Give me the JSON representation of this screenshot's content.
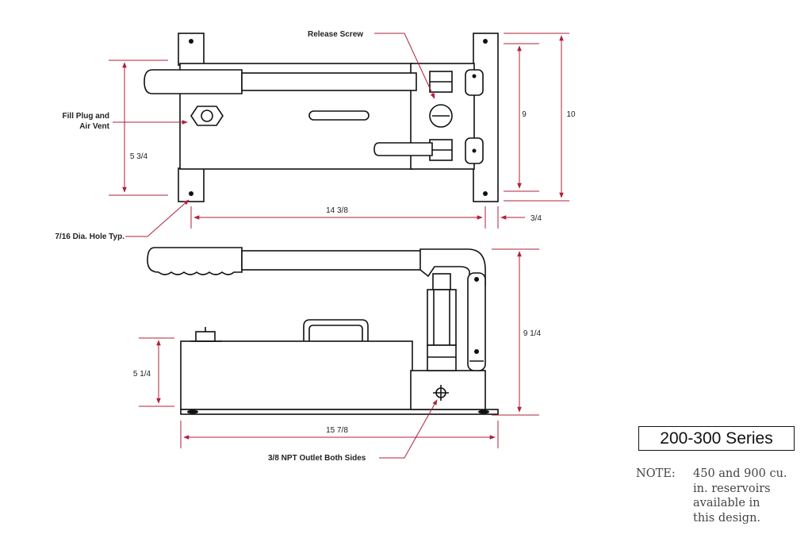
{
  "series_title": "200-300 Series",
  "note": {
    "label": "NOTE:",
    "lines": [
      "450 and 900 cu.",
      "in. reservoirs",
      "available in",
      "this design."
    ]
  },
  "callouts": {
    "release_screw": "Release Screw",
    "fill_plug_line1": "Fill Plug and",
    "fill_plug_line2": "Air Vent",
    "hole": "7/16 Dia. Hole Typ.",
    "outlet": "3/8 NPT Outlet Both Sides"
  },
  "dimensions": {
    "top_height_9": "9",
    "top_height_10": "10",
    "base_height": "5 3/4",
    "top_length": "14 3/8",
    "foot_offset": "3/4",
    "side_height": "9 1/4",
    "reservoir_height": "5 1/4",
    "side_length": "15 7/8"
  },
  "colors": {
    "dimension_lines": "#b0203a",
    "outline": "#111111",
    "note_text": "#444444"
  }
}
